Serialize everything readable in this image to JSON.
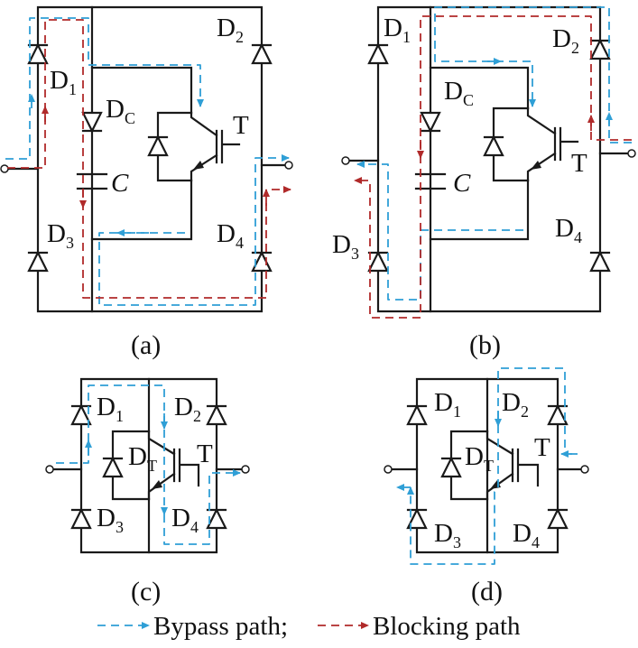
{
  "panels": [
    {
      "caption": "(a)",
      "diodes": [
        "D",
        "D",
        "D",
        "D"
      ],
      "diode_subs": [
        "1",
        "2",
        "3",
        "4"
      ],
      "clamp": "D",
      "clamp_sub": "C",
      "cap": "C",
      "switch": "T"
    },
    {
      "caption": "(b)",
      "diodes": [
        "D",
        "D",
        "D",
        "D"
      ],
      "diode_subs": [
        "1",
        "2",
        "3",
        "4"
      ],
      "clamp": "D",
      "clamp_sub": "C",
      "cap": "C",
      "switch": "T"
    },
    {
      "caption": "(c)",
      "diodes": [
        "D",
        "D",
        "D",
        "D"
      ],
      "diode_subs": [
        "1",
        "2",
        "3",
        "4"
      ],
      "body_diode": "D",
      "body_sub": "T",
      "switch": "T"
    },
    {
      "caption": "(d)",
      "diodes": [
        "D",
        "D",
        "D",
        "D"
      ],
      "diode_subs": [
        "1",
        "2",
        "3",
        "4"
      ],
      "body_diode": "D",
      "body_sub": "T",
      "switch": "T"
    }
  ],
  "legend": {
    "bypass": "Bypass path;",
    "blocking": "Blocking path"
  },
  "colors": {
    "bypass": "#2f9fd6",
    "blocking": "#b02a2a",
    "wire": "#1a1a1a"
  }
}
